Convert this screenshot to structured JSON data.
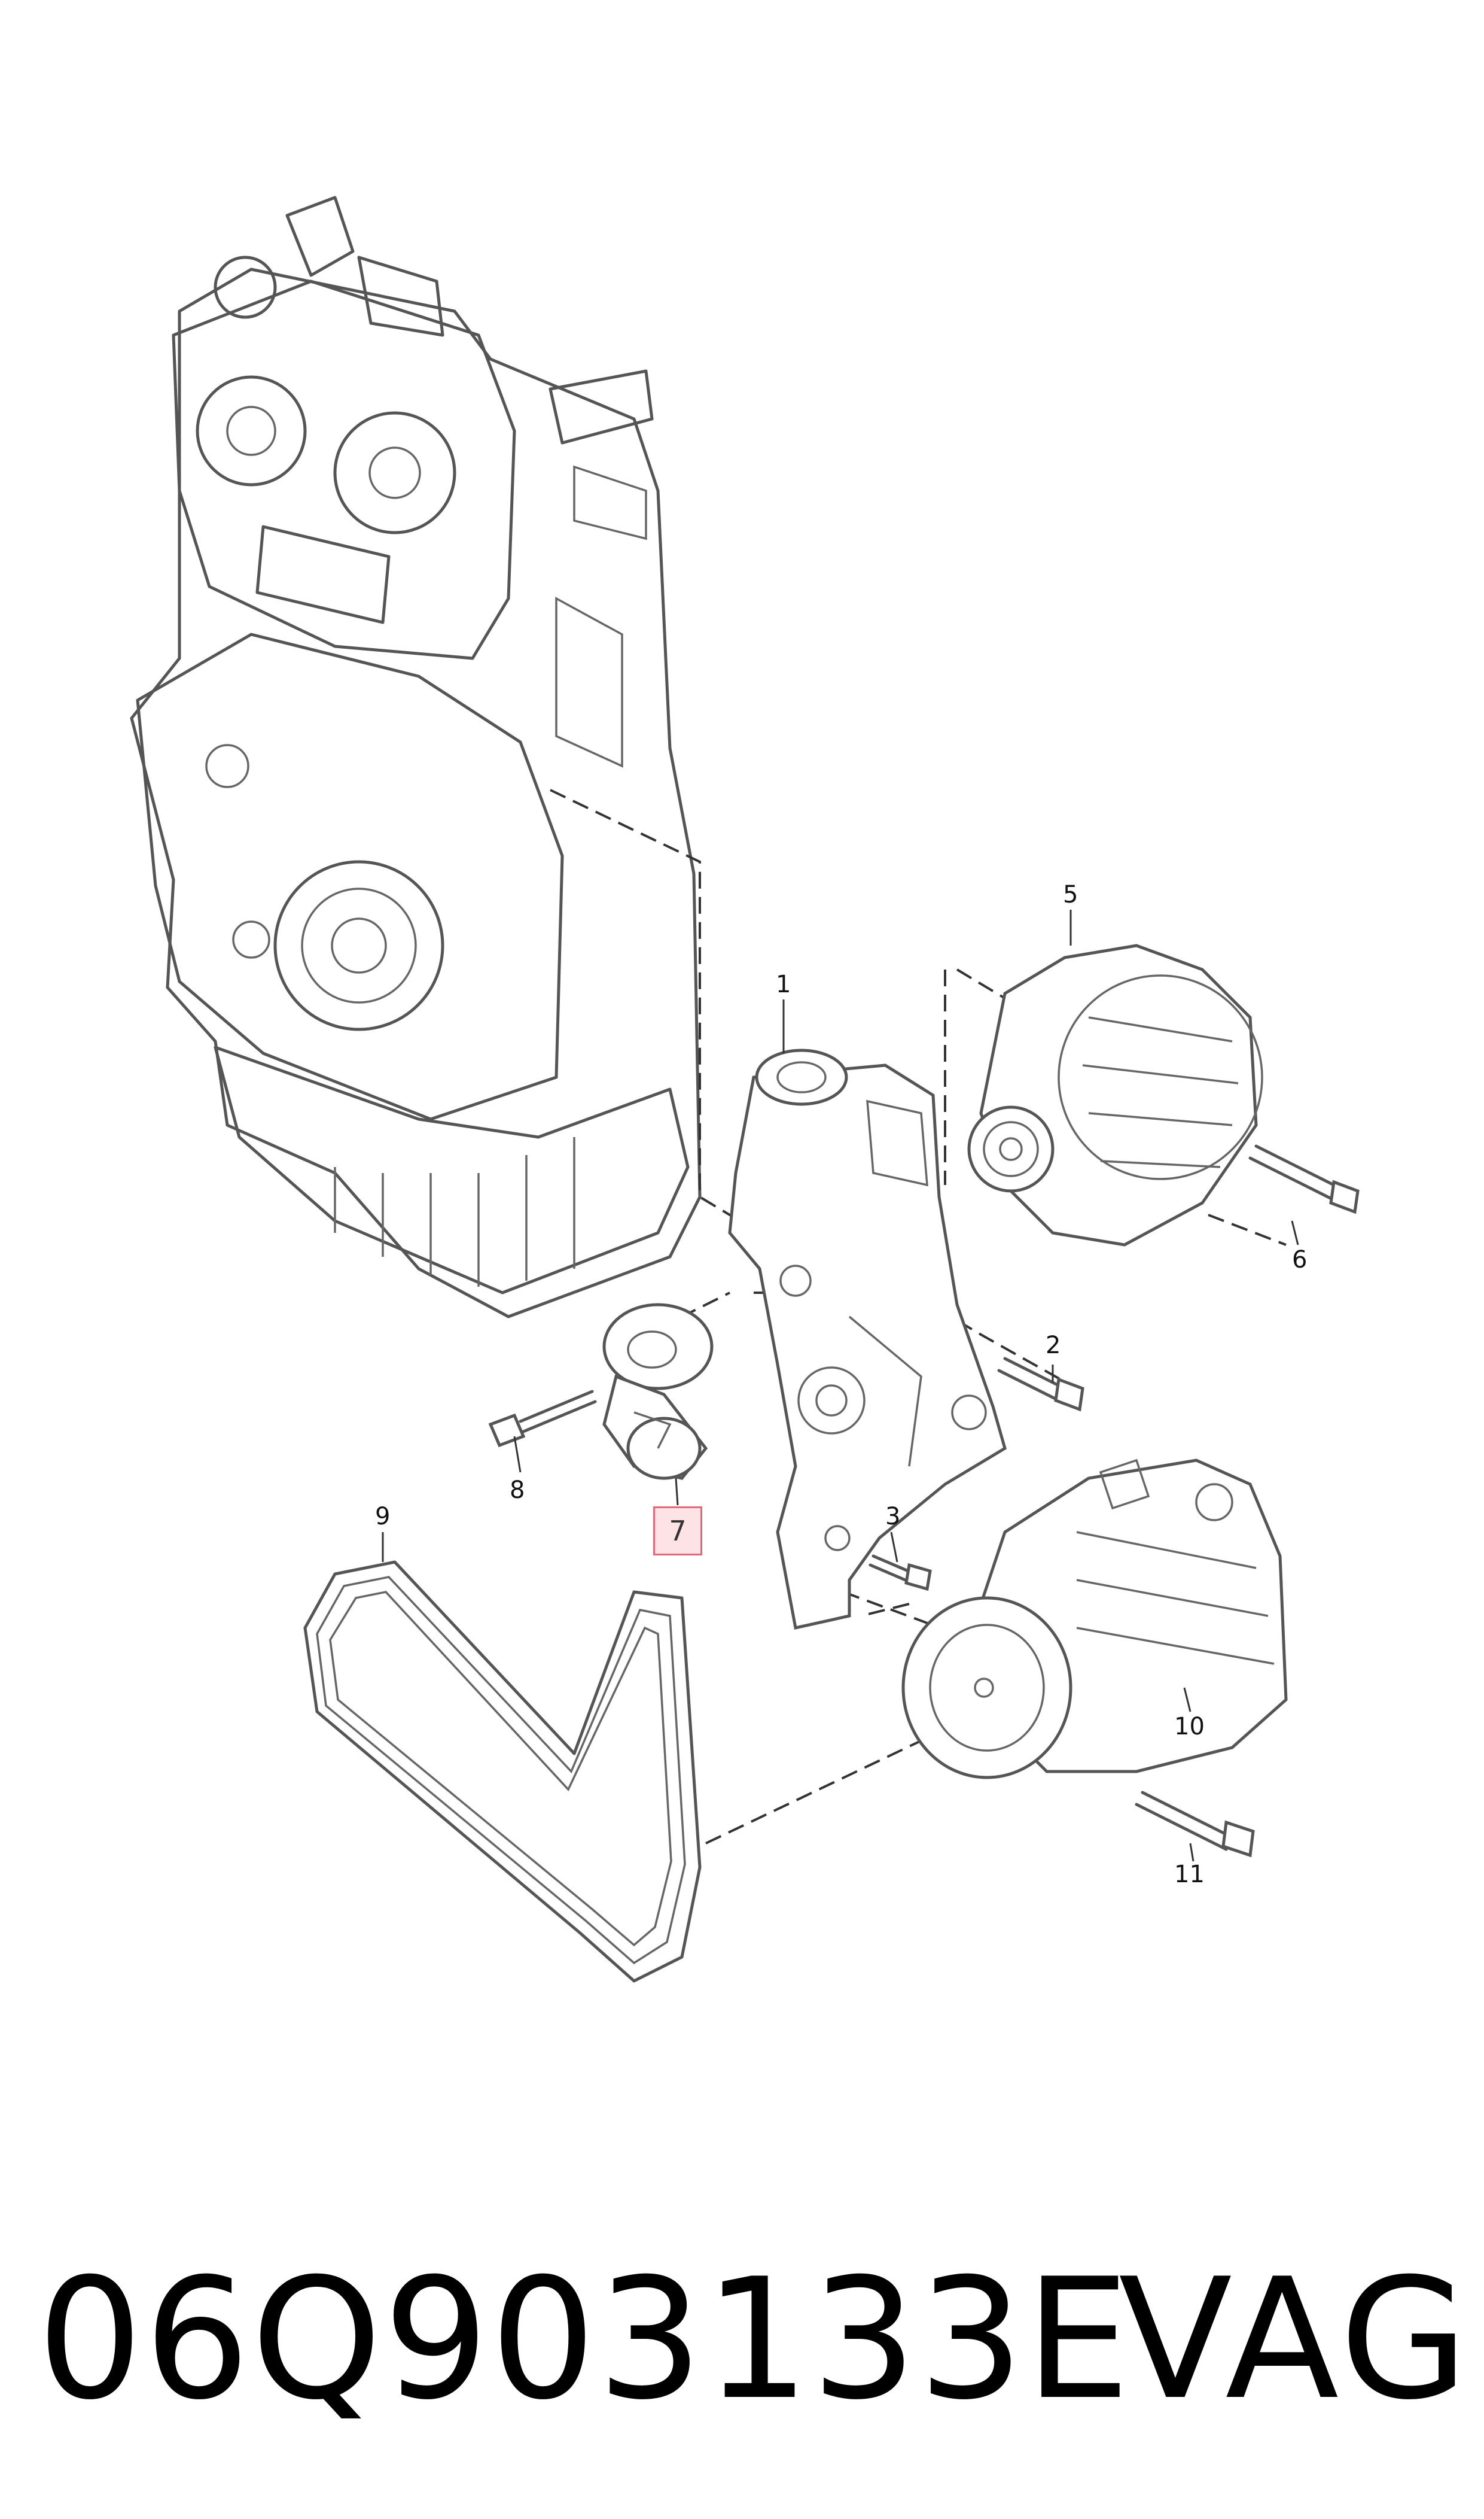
{
  "callouts": {
    "c1": "1",
    "c2": "2",
    "c3": "3",
    "c5": "5",
    "c6": "6",
    "c7": "7",
    "c8": "8",
    "c9": "9",
    "c10": "10",
    "c11": "11"
  },
  "highlight_color": "#fde2e6",
  "footer": {
    "part_number": "06Q903133E",
    "brand": "VAG"
  }
}
